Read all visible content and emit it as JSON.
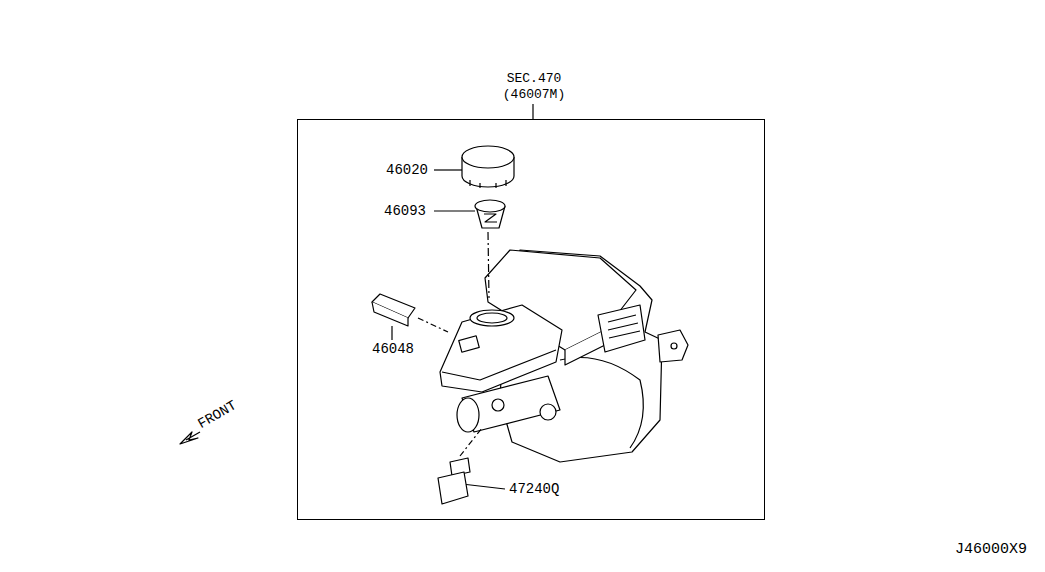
{
  "diagram": {
    "nodes": [
      {
        "text": [
          "SEC.470 (46007M)"
        ]
      }
    ],
    "labels": [
      "46020",
      "46093",
      "46048",
      "47240Q",
      "FRONT",
      "J46000X9"
    ]
  }
}
